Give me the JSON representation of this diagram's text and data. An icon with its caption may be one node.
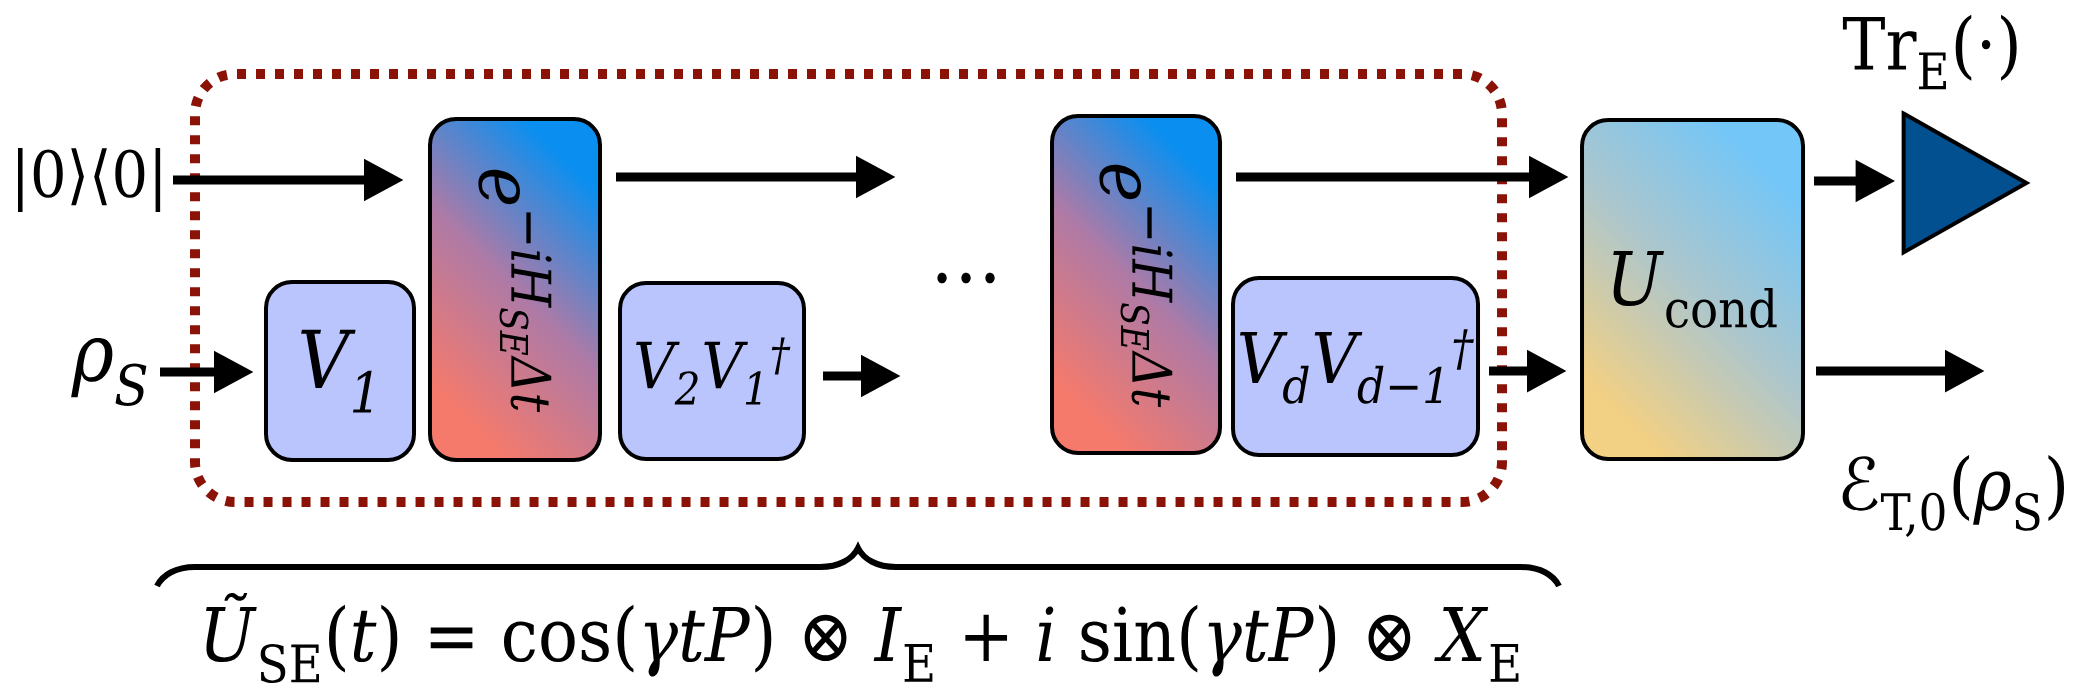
{
  "diagram": {
    "nodes": [
      {
        "text": [
          "|0⟩⟨0|"
        ]
      },
      {
        "text": [
          "ρ$_{S}$"
        ]
      },
      {
        "text": [],
        "shape": "box"
      },
      {
        "text": [
          "V$_{1}$"
        ],
        "in": 2
      },
      {
        "text": [
          "e",
          "−iH$_{SE}$Δt"
        ],
        "in": 2
      },
      {
        "text": [
          "V$_{2}$V$_{1}$$^{†}$"
        ],
        "in": 2
      },
      {
        "text": [
          "e",
          "−iH$_{SE}$Δt"
        ],
        "in": 2
      },
      {
        "text": [
          "V$_{d}$V$_{d−1}$$^{†}$"
        ],
        "in": 2
      },
      {
        "text": [
          "*U*$_{cond}$"
        ]
      },
      {
        "text": [
          "Tr$_{E}$(·)"
        ]
      }
    ],
    "edges": [
      {
        "from": 0,
        "to": 4,
        "arrow": "to"
      },
      {
        "from": 1,
        "to": 3,
        "arrow": "to"
      },
      {
        "from": 4,
        "to": null,
        "arrow": "to"
      },
      {
        "from": 5,
        "to": null,
        "arrow": "to"
      },
      {
        "from": 6,
        "to": 8,
        "arrow": "to"
      },
      {
        "from": 7,
        "to": 8,
        "arrow": "to"
      },
      {
        "from": 8,
        "to": 9,
        "arrow": "to"
      },
      {
        "from": 8,
        "to": null,
        "arrow": "to"
      }
    ],
    "labels": [
      "…",
      "ℰ$_{T,0}$(*ρ*$_{S}$)",
      "*Ũ*$_{SE}$(*t*) = cos(*γtP*) ⊗ *I*$_{E}$ + *i* sin(*γtP*) ⊗ *X*$_{E}$"
    ]
  }
}
